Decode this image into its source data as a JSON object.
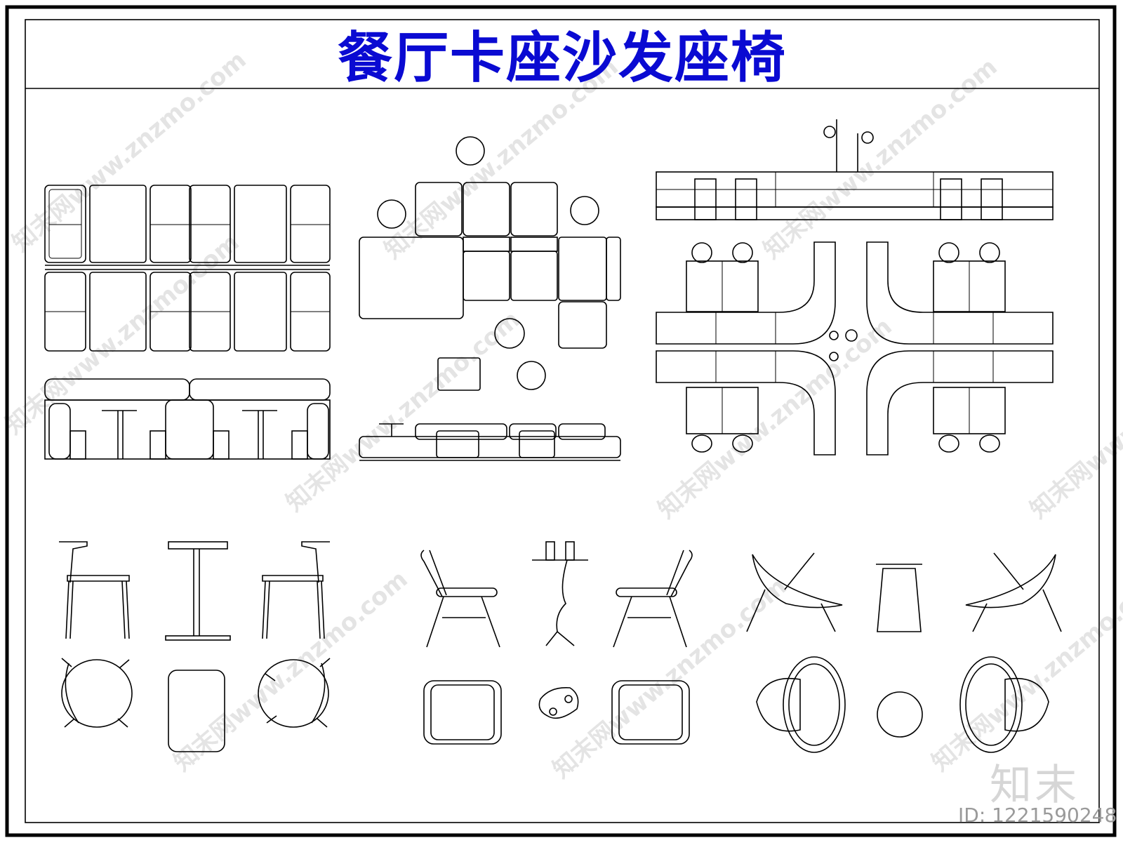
{
  "title": "餐厅卡座沙发座椅",
  "watermark": "知末网www.znzmo.com",
  "brand_logo": "知末",
  "image_id": "ID: 1221590248",
  "colors": {
    "title": "#0a0ad2",
    "line": "#000000",
    "watermark": "#e4e4e4"
  }
}
